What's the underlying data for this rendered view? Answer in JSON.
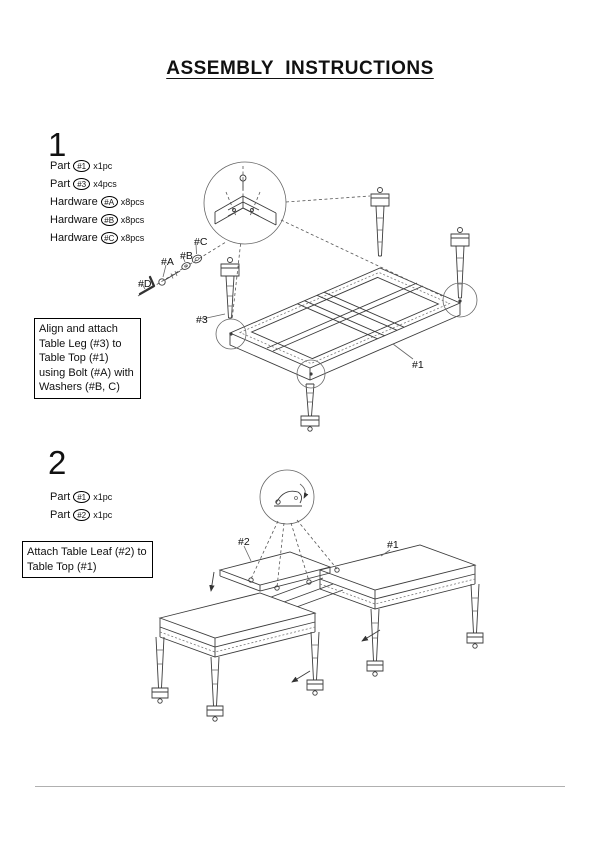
{
  "page": {
    "title": "ASSEMBLY  INSTRUCTIONS"
  },
  "step1": {
    "number": "1",
    "parts": [
      {
        "label": "Part",
        "ref": "#1",
        "qty": "x1pc"
      },
      {
        "label": "Part",
        "ref": "#3",
        "qty": "x4pcs"
      },
      {
        "label": "Hardware",
        "ref": "#A",
        "qty": "x8pcs"
      },
      {
        "label": "Hardware",
        "ref": "#B",
        "qty": "x8pcs"
      },
      {
        "label": "Hardware",
        "ref": "#C",
        "qty": "x8pcs"
      }
    ],
    "instruction": "Align and attach Table Leg (#3) to Table Top (#1) using Bolt (#A) with Washers (#B, C)",
    "labels": {
      "washer_c": "#C",
      "washer_b": "#B",
      "bolt_a": "#A",
      "allen_key_d": "#D",
      "table_leg": "#3",
      "table_top": "#1"
    }
  },
  "step2": {
    "number": "2",
    "parts": [
      {
        "label": "Part",
        "ref": "#1",
        "qty": "x1pc"
      },
      {
        "label": "Part",
        "ref": "#2",
        "qty": "x1pc"
      }
    ],
    "instruction": "Attach Table Leaf (#2) to Table Top (#1)",
    "labels": {
      "table_leaf": "#2",
      "table_top": "#1"
    }
  }
}
